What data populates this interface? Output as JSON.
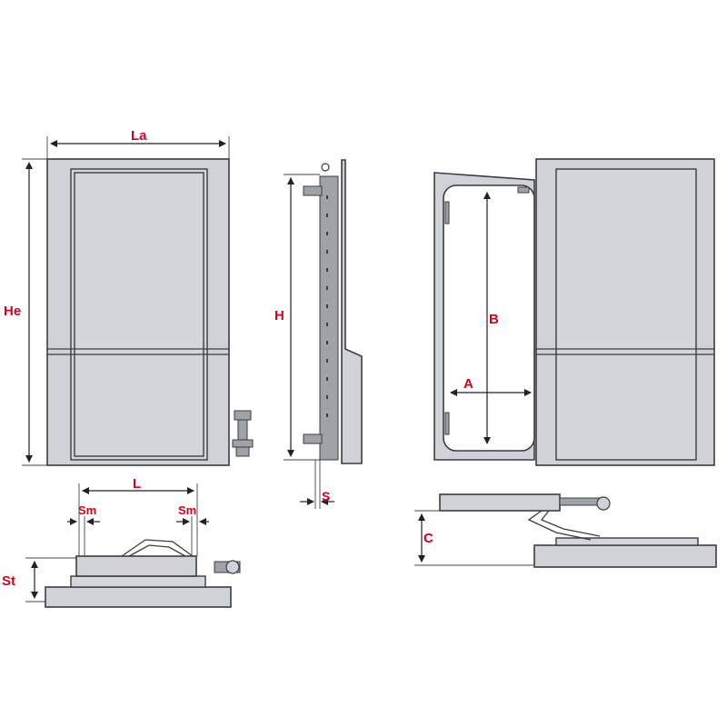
{
  "diagram": {
    "labels": {
      "La": "La",
      "He": "He",
      "H": "H",
      "S": "S",
      "B": "B",
      "A": "A",
      "L": "L",
      "Sm_left": "Sm",
      "Sm_right": "Sm",
      "St": "St",
      "C": "C"
    },
    "colors": {
      "label": "#d6001c",
      "panel": "#cfd2d6",
      "outline": "#3a3c40",
      "background": "#ffffff"
    }
  }
}
